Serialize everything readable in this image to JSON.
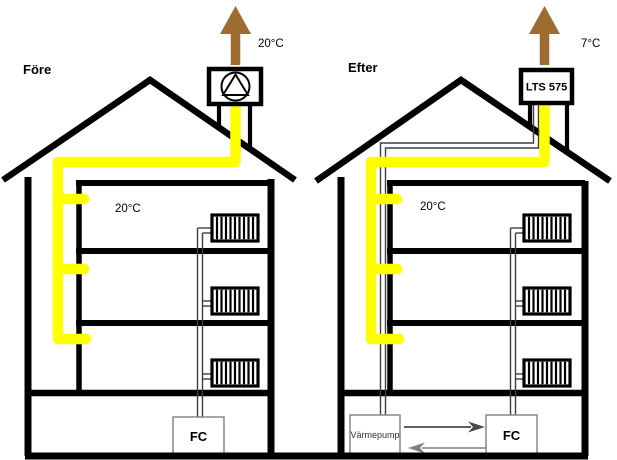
{
  "colors": {
    "line_black": "#000000",
    "duct_yellow": "#ffff00",
    "exhaust_brown": "#9e6b30",
    "pipe_gray": "#3f3f3f",
    "unit_border_gray": "#7f7f7f",
    "arrow_dark": "#4a4a4a",
    "arrow_light": "#808080"
  },
  "before": {
    "label": "Före",
    "exhaust_temp": "20°C",
    "indoor_temp": "20°C",
    "basement_unit_label": "FC"
  },
  "after": {
    "label": "Efter",
    "exhaust_temp": "7°C",
    "indoor_temp": "20°C",
    "roof_unit_label": "LTS 575",
    "heat_pump_label": "Värmepump",
    "basement_unit_label": "FC"
  }
}
